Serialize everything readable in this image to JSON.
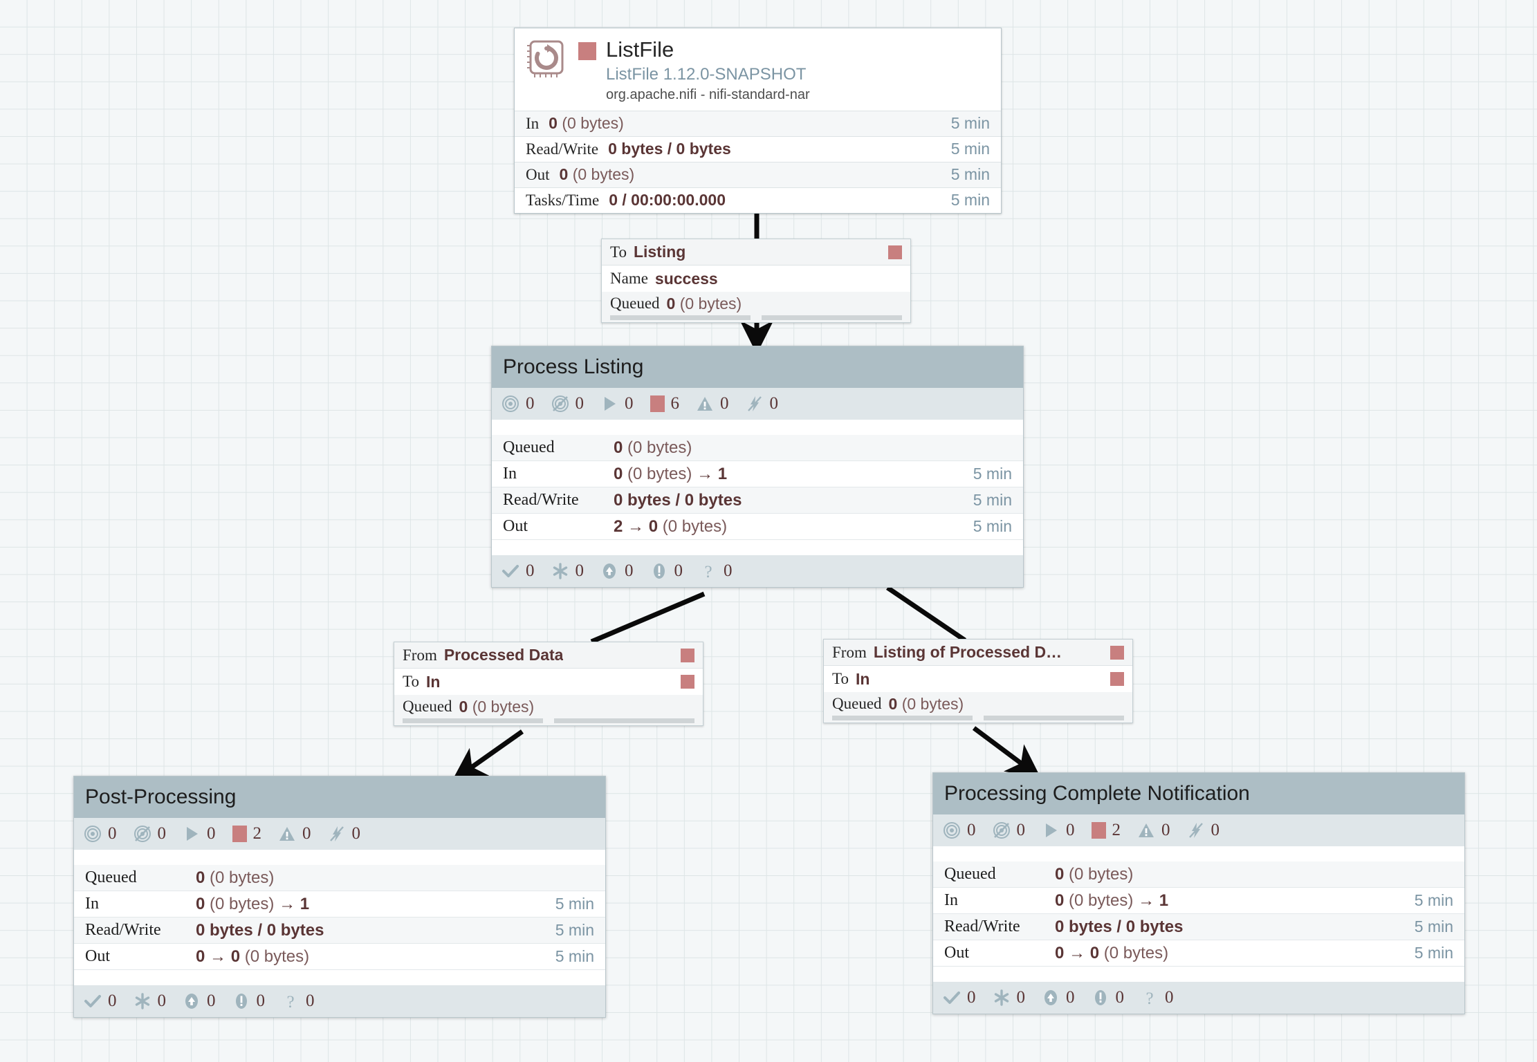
{
  "canvas": {
    "grid": true,
    "background_color": "#f4f7f8",
    "grid_color": "#dde5e6"
  },
  "colors": {
    "status_red": "#c87f7f",
    "header_gray": "#adbec5",
    "stats_gray": "#dfe6e9",
    "icon_slate": "#9fb4bd",
    "value_maroon": "#5a3535",
    "time_blue": "#7b94a3"
  },
  "processor": {
    "name": "ListFile",
    "type": "ListFile 1.12.0-SNAPSHOT",
    "bundle": "org.apache.nifi - nifi-standard-nar",
    "run_status_icon": "stopped-square-icon",
    "icon": "listfile-processor-icon",
    "stats": [
      {
        "label": "In",
        "value": "0",
        "suffix": "(0 bytes)",
        "time": "5 min"
      },
      {
        "label": "Read/Write",
        "value": "0 bytes / 0 bytes",
        "suffix": "",
        "time": "5 min"
      },
      {
        "label": "Out",
        "value": "0",
        "suffix": "(0 bytes)",
        "time": "5 min"
      },
      {
        "label": "Tasks/Time",
        "value": "0 / 00:00:00.000",
        "suffix": "",
        "time": "5 min"
      }
    ]
  },
  "connections": [
    {
      "id": "conn-listfile-to-listing",
      "rows": [
        {
          "key": "To",
          "value": "Listing",
          "square": true
        },
        {
          "key": "Name",
          "value": "success",
          "square": false
        }
      ],
      "queued_label": "Queued",
      "queued_count": "0",
      "queued_size": "(0 bytes)"
    },
    {
      "id": "conn-processed-data-to-in",
      "rows": [
        {
          "key": "From",
          "value": "Processed Data",
          "square": true
        },
        {
          "key": "To",
          "value": "In",
          "square": true
        }
      ],
      "queued_label": "Queued",
      "queued_count": "0",
      "queued_size": "(0 bytes)"
    },
    {
      "id": "conn-listing-of-processed-to-in",
      "rows": [
        {
          "key": "From",
          "value": "Listing of Processed D…",
          "square": true
        },
        {
          "key": "To",
          "value": "In",
          "square": true
        }
      ],
      "queued_label": "Queued",
      "queued_count": "0",
      "queued_size": "(0 bytes)"
    }
  ],
  "process_groups": [
    {
      "id": "pg-process-listing",
      "title": "Process Listing",
      "component_counts": [
        {
          "icon": "transmitting-icon",
          "count": "0"
        },
        {
          "icon": "not-transmitting-icon",
          "count": "0"
        },
        {
          "icon": "running-icon",
          "count": "0"
        },
        {
          "icon": "stopped-icon",
          "count": "6"
        },
        {
          "icon": "invalid-icon",
          "count": "0"
        },
        {
          "icon": "disabled-icon",
          "count": "0"
        }
      ],
      "stats": [
        {
          "label": "Queued",
          "value": "0",
          "suffix": "(0 bytes)",
          "arrow": "",
          "after": "",
          "time": ""
        },
        {
          "label": "In",
          "value": "0",
          "suffix": "(0 bytes)",
          "arrow": "→",
          "after": "1",
          "time": "5 min"
        },
        {
          "label": "Read/Write",
          "value": "0 bytes / 0 bytes",
          "suffix": "",
          "arrow": "",
          "after": "",
          "time": "5 min"
        },
        {
          "label": "Out",
          "value": "2",
          "suffix": "",
          "arrow": "→",
          "after": "0",
          "after_suffix": "(0 bytes)",
          "time": "5 min"
        }
      ],
      "version_counts": [
        {
          "icon": "up-to-date-icon",
          "count": "0"
        },
        {
          "icon": "locally-modified-icon",
          "count": "0"
        },
        {
          "icon": "stale-icon",
          "count": "0"
        },
        {
          "icon": "sync-failure-icon",
          "count": "0"
        },
        {
          "icon": "unknown-version-icon",
          "count": "0"
        }
      ]
    },
    {
      "id": "pg-post-processing",
      "title": "Post-Processing",
      "component_counts": [
        {
          "icon": "transmitting-icon",
          "count": "0"
        },
        {
          "icon": "not-transmitting-icon",
          "count": "0"
        },
        {
          "icon": "running-icon",
          "count": "0"
        },
        {
          "icon": "stopped-icon",
          "count": "2"
        },
        {
          "icon": "invalid-icon",
          "count": "0"
        },
        {
          "icon": "disabled-icon",
          "count": "0"
        }
      ],
      "stats": [
        {
          "label": "Queued",
          "value": "0",
          "suffix": "(0 bytes)",
          "arrow": "",
          "after": "",
          "time": ""
        },
        {
          "label": "In",
          "value": "0",
          "suffix": "(0 bytes)",
          "arrow": "→",
          "after": "1",
          "time": "5 min"
        },
        {
          "label": "Read/Write",
          "value": "0 bytes / 0 bytes",
          "suffix": "",
          "arrow": "",
          "after": "",
          "time": "5 min"
        },
        {
          "label": "Out",
          "value": "0",
          "suffix": "",
          "arrow": "→",
          "after": "0",
          "after_suffix": "(0 bytes)",
          "time": "5 min"
        }
      ],
      "version_counts": [
        {
          "icon": "up-to-date-icon",
          "count": "0"
        },
        {
          "icon": "locally-modified-icon",
          "count": "0"
        },
        {
          "icon": "stale-icon",
          "count": "0"
        },
        {
          "icon": "sync-failure-icon",
          "count": "0"
        },
        {
          "icon": "unknown-version-icon",
          "count": "0"
        }
      ]
    },
    {
      "id": "pg-processing-complete-notification",
      "title": "Processing Complete Notification",
      "component_counts": [
        {
          "icon": "transmitting-icon",
          "count": "0"
        },
        {
          "icon": "not-transmitting-icon",
          "count": "0"
        },
        {
          "icon": "running-icon",
          "count": "0"
        },
        {
          "icon": "stopped-icon",
          "count": "2"
        },
        {
          "icon": "invalid-icon",
          "count": "0"
        },
        {
          "icon": "disabled-icon",
          "count": "0"
        }
      ],
      "stats": [
        {
          "label": "Queued",
          "value": "0",
          "suffix": "(0 bytes)",
          "arrow": "",
          "after": "",
          "time": ""
        },
        {
          "label": "In",
          "value": "0",
          "suffix": "(0 bytes)",
          "arrow": "→",
          "after": "1",
          "time": "5 min"
        },
        {
          "label": "Read/Write",
          "value": "0 bytes / 0 bytes",
          "suffix": "",
          "arrow": "",
          "after": "",
          "time": "5 min"
        },
        {
          "label": "Out",
          "value": "0",
          "suffix": "",
          "arrow": "→",
          "after": "0",
          "after_suffix": "(0 bytes)",
          "time": "5 min"
        }
      ],
      "version_counts": [
        {
          "icon": "up-to-date-icon",
          "count": "0"
        },
        {
          "icon": "locally-modified-icon",
          "count": "0"
        },
        {
          "icon": "stale-icon",
          "count": "0"
        },
        {
          "icon": "sync-failure-icon",
          "count": "0"
        },
        {
          "icon": "unknown-version-icon",
          "count": "0"
        }
      ]
    }
  ]
}
